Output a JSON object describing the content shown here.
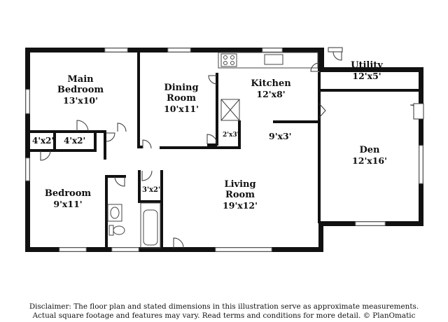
{
  "rooms": {
    "main_bedroom": {
      "name": "Main Bedroom",
      "name_line1": "Main",
      "name_line2": "Bedroom",
      "dims": "13'x10'"
    },
    "dining_room": {
      "name": "Dining Room",
      "name_line1": "Dining",
      "name_line2": "Room",
      "dims": "10'x11'"
    },
    "kitchen": {
      "name": "Kitchen",
      "dims": "12'x8'"
    },
    "utility": {
      "name": "Utility",
      "dims": "12'x5'"
    },
    "den": {
      "name": "Den",
      "dims": "12'x16'"
    },
    "bedroom": {
      "name": "Bedroom",
      "dims": "9'x11'"
    },
    "living_room": {
      "name": "Living Room",
      "name_line1": "Living",
      "name_line2": "Room",
      "dims": "19'x12'"
    }
  },
  "closets": {
    "closet_a": "4'x2'",
    "closet_b": "4'x2'",
    "pantry": "2'x3'",
    "hall_nook": "9'x3'",
    "linen": "3'x2'"
  },
  "disclaimer": {
    "line1": "Disclaimer: The floor plan and stated dimensions in this illustration serve as approximate measurements.",
    "line2": "Actual square footage and features may vary. Read terms and conditions for more detail. © PlanOmatic"
  },
  "colors": {
    "wall": "#111111",
    "window": "#bbbbbb",
    "fixture": "#444444"
  }
}
